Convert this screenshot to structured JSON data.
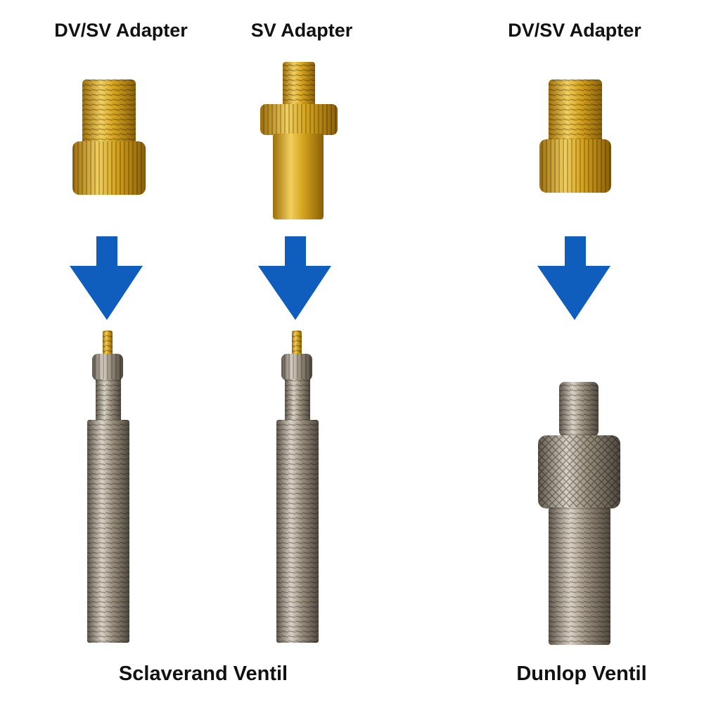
{
  "labels": {
    "dv_sv_adapter_left": "DV/SV Adapter",
    "sv_adapter": "SV Adapter",
    "dv_sv_adapter_right": "DV/SV Adapter",
    "sclaverand_ventil": "Sclaverand Ventil",
    "dunlop_ventil": "Dunlop Ventil"
  },
  "colors": {
    "arrow": "#0f5dbd",
    "brass": "#d4a21c",
    "brass_dark": "#9c6e0a",
    "brass_light": "#f2cf5e",
    "steel": "#9a8f7e",
    "steel_dark": "#5e564a",
    "steel_light": "#d9d2c4"
  },
  "icons": [
    "down-arrow-icon"
  ]
}
